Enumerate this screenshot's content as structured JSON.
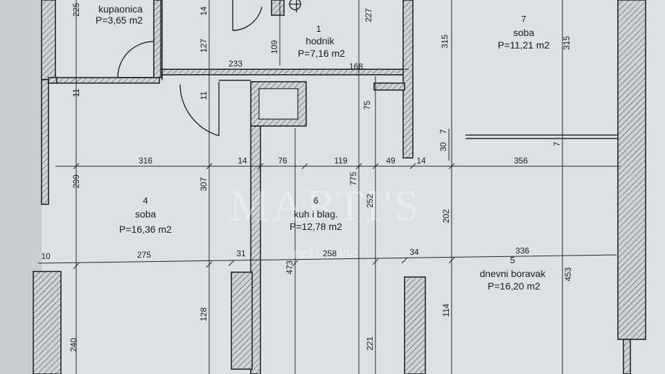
{
  "rooms": {
    "kupaonica": {
      "name": "kupaonica",
      "area": "P=3,65 m2"
    },
    "hodnik": {
      "num": "1",
      "name": "hodnik",
      "area": "P=7,16 m2"
    },
    "soba7": {
      "num": "7",
      "name": "soba",
      "area": "P=11,21 m2"
    },
    "soba4": {
      "num": "4",
      "name": "soba",
      "area": "P=16,36 m2"
    },
    "kuhinja": {
      "num": "6",
      "name": "kuh i blag.",
      "area": "P=12,78 m2"
    },
    "dnevni": {
      "num": "5",
      "name": "dnevni boravak",
      "area": "P=16,20 m2"
    }
  },
  "dimensions": {
    "h_316": "316",
    "h_14a": "14",
    "h_76": "76",
    "h_119": "119",
    "h_49": "49",
    "h_14b": "14",
    "h_356": "356",
    "h_10": "10",
    "h_275": "275",
    "h_31": "31",
    "h_258": "258",
    "h_34": "34",
    "h_336": "336",
    "h_233": "233",
    "h_168": "168",
    "v_225": "225",
    "v_14": "14",
    "v_127": "127",
    "v_109": "109",
    "v_227": "227",
    "v_315": "315",
    "v_315b": "315",
    "v_11a": "11",
    "v_11b": "11",
    "v_75": "75",
    "v_30": "30",
    "v_7a": "7",
    "v_7b": "7",
    "v_299": "299",
    "v_307": "307",
    "v_775": "775",
    "v_252": "252",
    "v_202": "202",
    "v_473": "473",
    "v_453": "453",
    "v_128": "128",
    "v_114": "114",
    "v_240": "240",
    "v_221": "221"
  },
  "watermark": {
    "main": "MARTI'S",
    "sub": "nekretnine"
  }
}
